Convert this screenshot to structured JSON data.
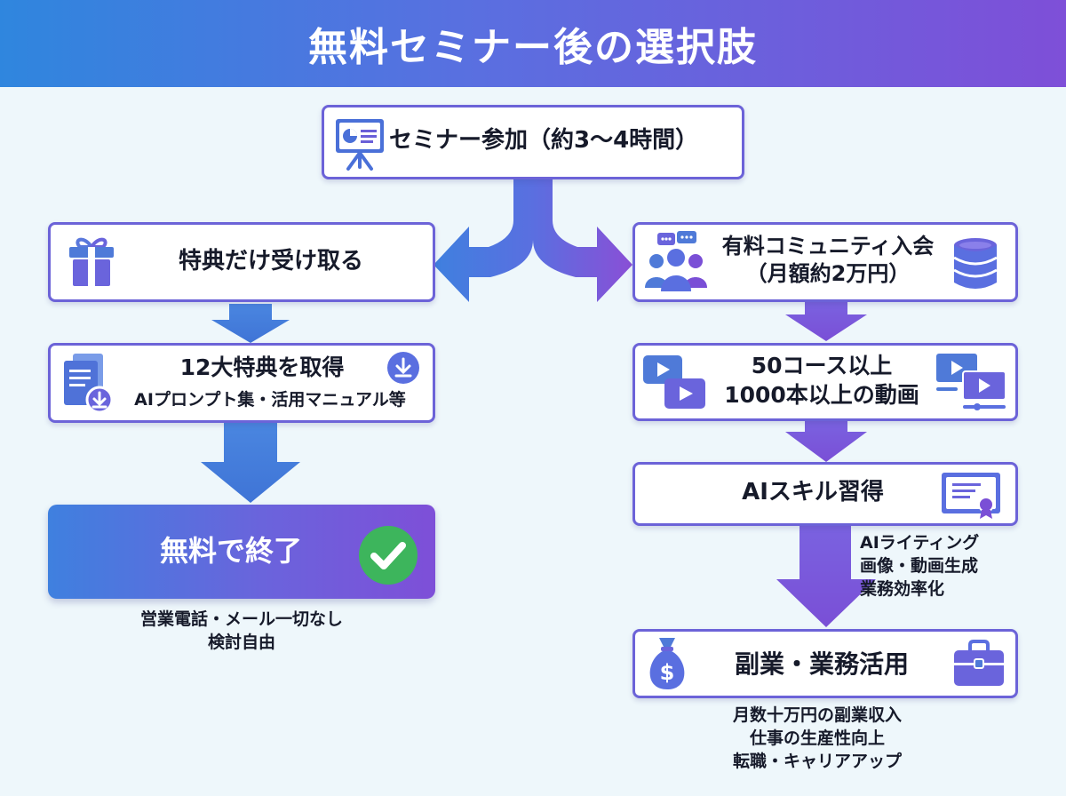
{
  "title": "無料セミナー後の選択肢",
  "seminar": {
    "label": "セミナー参加（約3〜4時間）"
  },
  "left": {
    "benefit_only": "特典だけ受け取る",
    "benefits_title": "12大特典を取得",
    "benefits_sub": "AIプロンプト集・活用マニュアル等",
    "end_label": "無料で終了",
    "end_note_line1": "営業電話・メール一切なし",
    "end_note_line2": "検討自由"
  },
  "right": {
    "community_line1": "有料コミュニティ入会",
    "community_line2": "（月額約2万円）",
    "courses_line1": "50コース以上",
    "courses_line2": "1000本以上の動画",
    "skill": "AIスキル習得",
    "skill_note": [
      "AIライティング",
      "画像・動画生成",
      "業務効率化"
    ],
    "use": "副業・業務活用",
    "use_note": [
      "月数十万円の副業収入",
      "仕事の生産性向上",
      "転職・キャリアアップ"
    ]
  },
  "colors": {
    "blue": "#3f7fdc",
    "purple": "#7a4fd6",
    "border": "#6c63d8",
    "check_green": "#3db55c"
  },
  "icons": [
    "presentation-board-icon",
    "gift-icon",
    "documents-download-icon",
    "download-icon",
    "check-circle-icon",
    "community-people-icon",
    "coin-stack-icon",
    "video-play-icon",
    "video-player-icon",
    "certificate-icon",
    "money-bag-icon",
    "briefcase-icon"
  ]
}
